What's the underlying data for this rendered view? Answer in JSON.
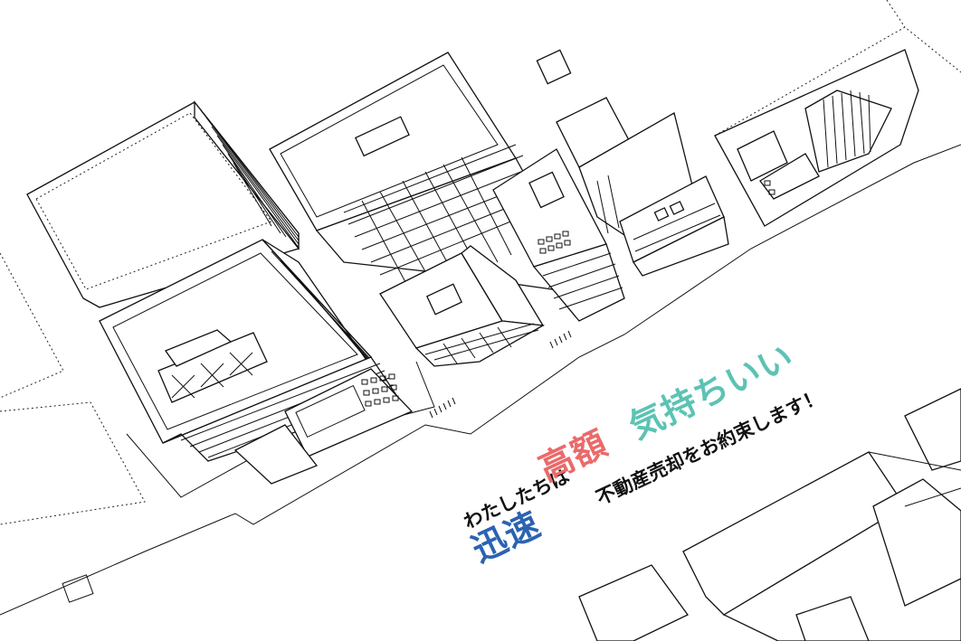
{
  "copy": {
    "lead": "わたしたちは",
    "keyword_1": "迅速",
    "keyword_2": "高額",
    "keyword_3": "気持ちいい",
    "tail": "不動産売却をお約束します！"
  },
  "colors": {
    "keyword_1": "#2b63b1",
    "keyword_2": "#ea6a6a",
    "keyword_3": "#5cc3b3",
    "line": "#111111"
  }
}
